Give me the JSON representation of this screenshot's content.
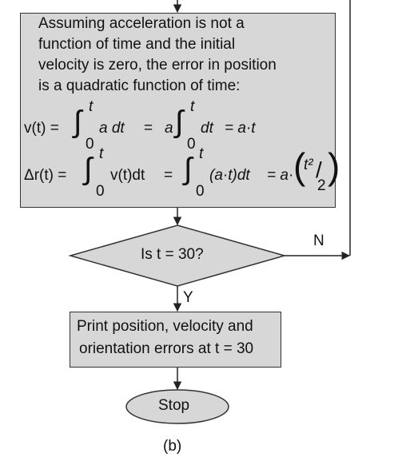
{
  "process_box": {
    "lines": [
      "Assuming acceleration is not a",
      "function of time and the initial",
      "velocity is zero, the error in position",
      "is a quadratic function of time:"
    ],
    "eq1": {
      "lhs": "v(t) =",
      "int_upper": "t",
      "int_lower": "0",
      "integrand1": "a dt",
      "eq_sign": "=",
      "coef": "a",
      "integrand2": "dt",
      "rhs": "= a·t"
    },
    "eq2": {
      "lhs": "Δr(t) =",
      "int_upper": "t",
      "int_lower": "0",
      "integrand1": "v(t)dt",
      "eq_sign": "=",
      "integrand2": "(a·t)dt",
      "rhs": "= a·",
      "frac_num": "t²",
      "frac_slash": "/",
      "frac_den": "2"
    }
  },
  "decision": {
    "label": "Is t = 30?",
    "no_label": "N",
    "yes_label": "Y"
  },
  "print_box": {
    "line1": "Print position, velocity and",
    "line2": "orientation errors at t = 30"
  },
  "stop": {
    "label": "Stop"
  },
  "caption": "(b)"
}
